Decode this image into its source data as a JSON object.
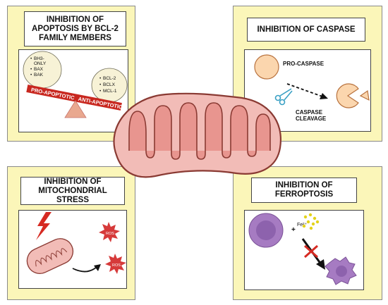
{
  "panels": {
    "bcl2": {
      "title_lines": [
        "INHIBITION OF",
        "APOPTOSIS BY BCL-2",
        "FAMILY MEMBERS"
      ],
      "left_list": [
        "BH3-",
        "ONLY",
        "BAX",
        "BAK"
      ],
      "right_list": [
        "BCL-2",
        "BCLX",
        "MCL-1"
      ],
      "pro_label": "PRO-APOPTOTIC",
      "anti_label": "ANTI-APOPTOTIC"
    },
    "caspase": {
      "title_lines": [
        "INHIBITION OF CASPASE"
      ],
      "pro_caspase_label": "PRO-CASPASE",
      "cleavage_lines": [
        "CASPASE",
        "CLEAVAGE"
      ]
    },
    "mito_stress": {
      "title_lines": [
        "INHIBITION OF",
        "MITOCHONDRIAL",
        "STRESS"
      ],
      "ros_label": "ROS"
    },
    "ferroptosis": {
      "title_lines": [
        "INHIBITION OF",
        "FERROPTOSIS"
      ],
      "plus_sign": "+",
      "iron_label": "Fe²⁺"
    }
  },
  "colors": {
    "panel_bg": "#fbf6b9",
    "mito_fill": "#f2bcb7",
    "mito_stroke": "#8a3a33",
    "red": "#c8271f",
    "ros_red": "#d63a3a",
    "pro_caspase": "#fbd6ae",
    "cell_purple": "#a67bc2",
    "scissors_blue": "#3aa0c4",
    "iron_yellow": "#e3d21a"
  }
}
